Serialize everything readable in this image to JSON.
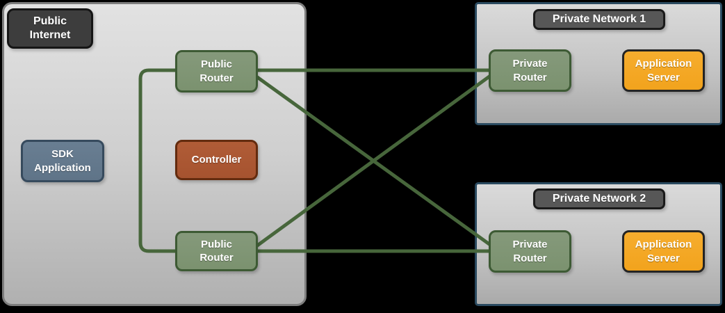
{
  "public_internet": {
    "title": "Public\nInternet",
    "sdk_application_label": "SDK\nApplication",
    "controller_label": "Controller",
    "public_router_top_label": "Public\nRouter",
    "public_router_bottom_label": "Public\nRouter"
  },
  "private_network_1": {
    "title": "Private Network 1",
    "private_router_label": "Private\nRouter",
    "application_server_label": "Application\nServer"
  },
  "private_network_2": {
    "title": "Private Network 2",
    "private_router_label": "Private\nRouter",
    "application_server_label": "Application\nServer"
  },
  "connections": [
    {
      "from": "public-router-top",
      "to": "public-router-bottom"
    },
    {
      "from": "public-router-top",
      "to": "private-router-1"
    },
    {
      "from": "public-router-top",
      "to": "private-router-2"
    },
    {
      "from": "public-router-bottom",
      "to": "private-router-1"
    },
    {
      "from": "public-router-bottom",
      "to": "private-router-2"
    }
  ],
  "colors": {
    "connection_line": "#47663b",
    "router_fill": "#7b926f",
    "router_border": "#3d5a34",
    "sdk_fill": "#5f7488",
    "sdk_border": "#364a5d",
    "controller_fill": "#a6532f",
    "controller_border": "#632b0e",
    "server_fill": "#f2a31d",
    "server_border": "#242424",
    "dark_badge_fill": "#3d3d3d",
    "dark_badge_border": "#151515",
    "network_badge_fill": "#575757",
    "network_badge_border": "#1a1a1a",
    "public_zone_border": "#7d7d7d",
    "private_zone_border": "#2a4a60"
  }
}
